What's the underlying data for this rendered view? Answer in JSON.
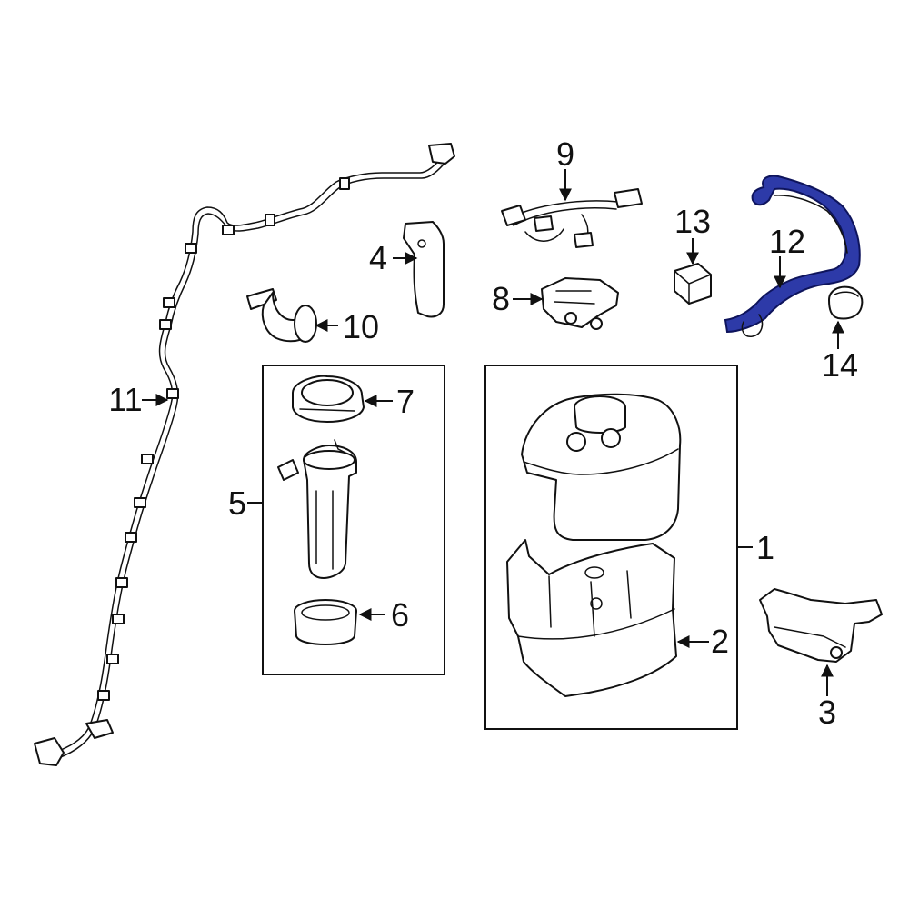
{
  "callouts": {
    "c1": "1",
    "c2": "2",
    "c3": "3",
    "c4": "4",
    "c5": "5",
    "c6": "6",
    "c7": "7",
    "c8": "8",
    "c9": "9",
    "c10": "10",
    "c11": "11",
    "c12": "12",
    "c13": "13",
    "c14": "14"
  },
  "colors": {
    "line": "#111111",
    "highlight_fill": "#2d3aa8",
    "highlight_stroke": "#0e145c",
    "background": "#ffffff"
  }
}
